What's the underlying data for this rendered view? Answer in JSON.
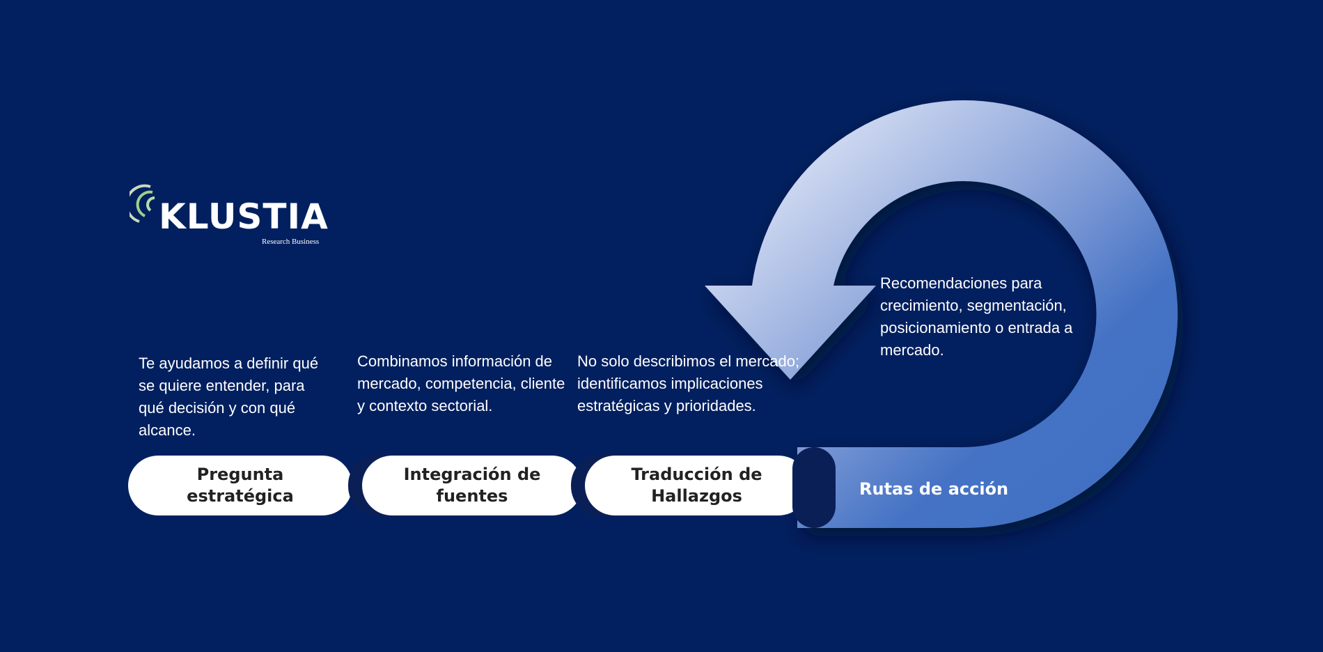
{
  "logo": {
    "name": "KLUSTIA",
    "tagline": "Research Business"
  },
  "steps": [
    {
      "title": "Pregunta estratégica",
      "description": "Te ayudamos a definir qué se quiere entender, para qué decisión y con qué alcance."
    },
    {
      "title": "Integración de fuentes",
      "description": "Combinamos información de mercado, competencia, cliente y contexto sectorial."
    },
    {
      "title": "Traducción de Hallazgos",
      "description": "No solo describimos el mercado; identificamos implicaciones estratégicas y prioridades."
    },
    {
      "title": "Rutas de acción",
      "description": "Recomendaciones para crecimiento, segmentación, posicionamiento o entrada a mercado."
    }
  ],
  "colors": {
    "background": "#02205f",
    "arrow_light": "#e4e9f8",
    "arrow_dark": "#4472c4",
    "logo_accent": "#9fd08a"
  }
}
